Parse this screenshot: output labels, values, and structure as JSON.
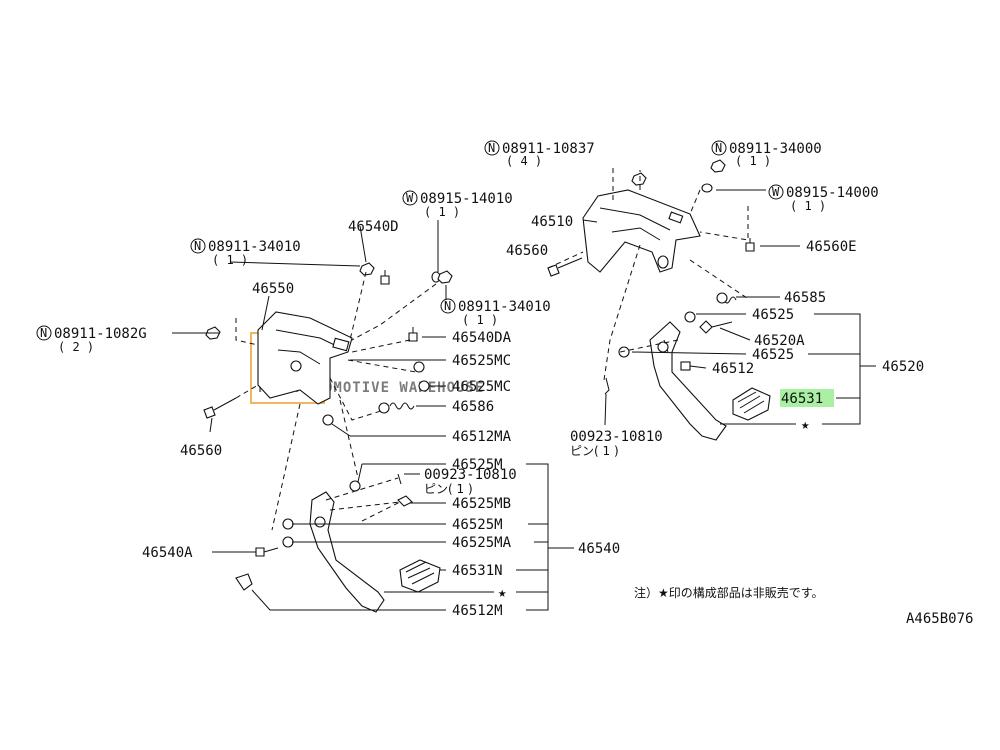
{
  "watermark": "PMM AUTOMOTIVE WAREHOUSE",
  "diagram_code": "A465B076",
  "note": "注）★印の構成部品は非販売です。",
  "star": "★",
  "highlight_color": "#a9f0a3",
  "labels": {
    "n_08911_10837": "08911-10837",
    "q_4": "( 4 )",
    "n_08911_34000": "08911-34000",
    "q_1a": "( 1 )",
    "w_08915_14000": "08915-14000",
    "q_1b": "( 1 )",
    "p_46510": "46510",
    "p_46560_top": "46560",
    "p_46560E": "46560E",
    "w_08915_14010": "08915-14010",
    "q_1c": "( 1 )",
    "p_46540D": "46540D",
    "n_08911_34010_left": "08911-34010",
    "q_1d": "( 1 )",
    "n_08911_34010_mid": "08911-34010",
    "q_1e": "( 1 )",
    "p_46550": "46550",
    "n_08911_1082G": "08911-1082G",
    "q_2": "( 2 )",
    "p_46540DA": "46540DA",
    "p_46525MC_1": "46525MC",
    "p_46525MC_2": "46525MC",
    "p_46586": "46586",
    "p_46560_left": "46560",
    "p_46512MA": "46512MA",
    "p_46585": "46585",
    "p_46525_a": "46525",
    "p_46520A": "46520A",
    "p_46525_b": "46525",
    "p_46512": "46512",
    "p_46520": "46520",
    "p_46531": "46531",
    "p_00923_10810_right": "00923-10810",
    "pin_1_right": "ピン( 1 )",
    "p_46525M_a": "46525M",
    "p_00923_10810_left": "00923-10810",
    "pin_1_left": "ピン( 1 )",
    "p_46525MB": "46525MB",
    "p_46525M_b": "46525M",
    "p_46525MA": "46525MA",
    "p_46540": "46540",
    "p_46540A": "46540A",
    "p_46531N": "46531N",
    "p_46512M": "46512M",
    "circle_N": "N",
    "circle_W": "W"
  }
}
